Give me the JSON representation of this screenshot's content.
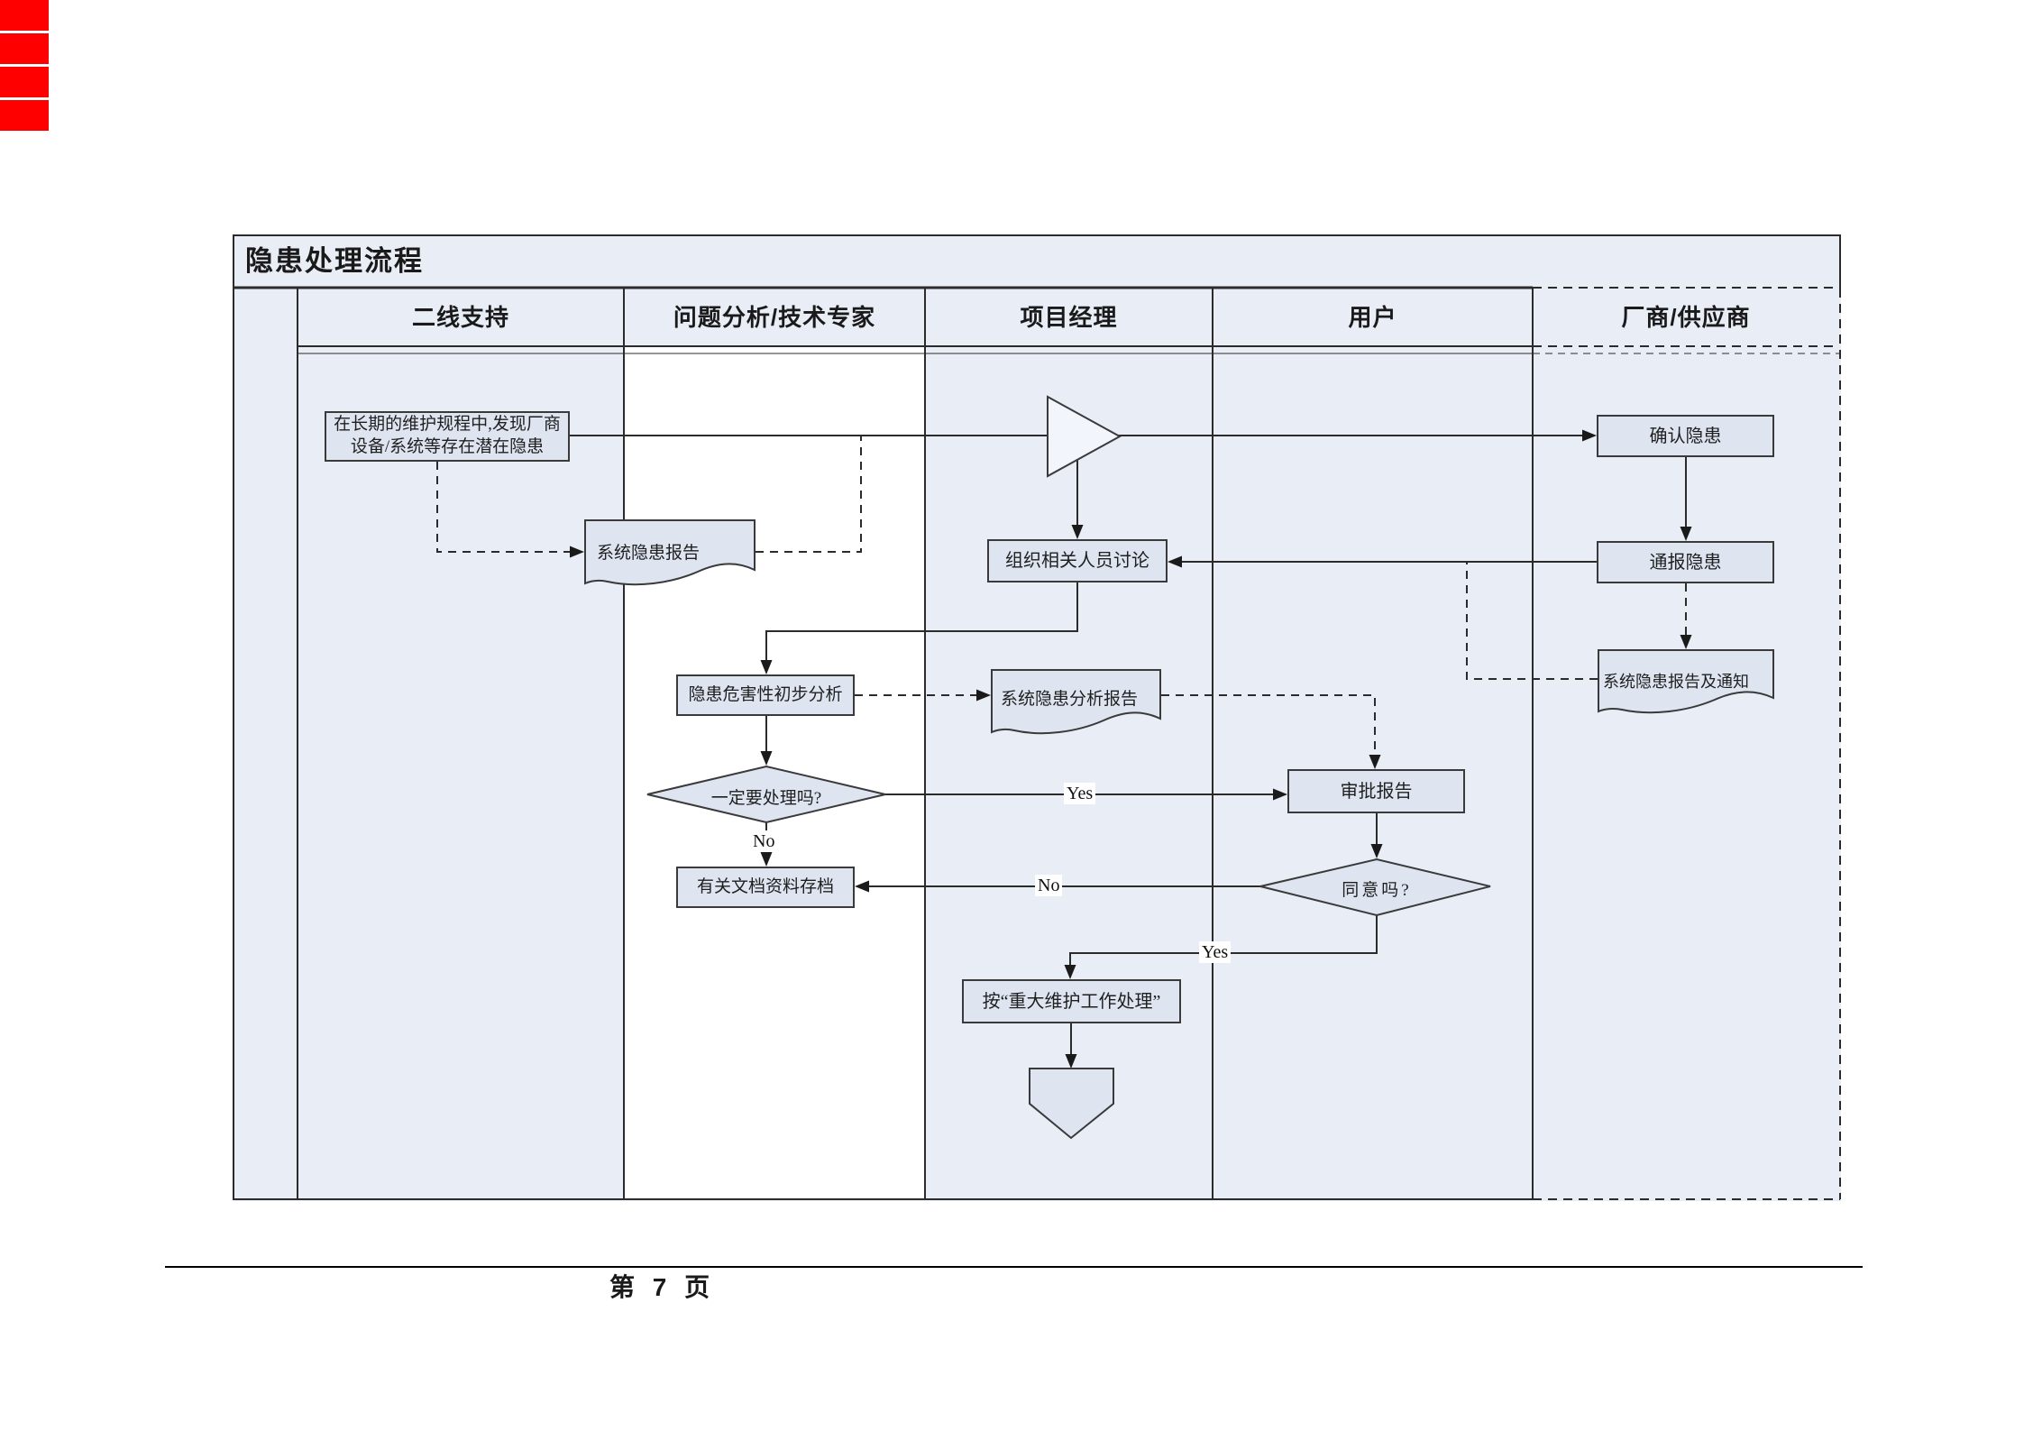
{
  "title": "隐患处理流程",
  "footer": {
    "page_label": "第 7 页"
  },
  "lanes": [
    {
      "label": "二线支持"
    },
    {
      "label": "问题分析/技术专家"
    },
    {
      "label": "项目经理"
    },
    {
      "label": "用户"
    },
    {
      "label": "厂商/供应商"
    }
  ],
  "nodes": {
    "discover": "在长期的维护规程中,发现厂商设备/系统等存在潜在隐患",
    "hazard_report_doc": "系统隐患报告",
    "organize_discussion": "组织相关人员讨论",
    "confirm_hazard": "确认隐患",
    "notify_hazard": "通报隐患",
    "hazard_report_notice_doc": "系统隐患报告及通知",
    "preliminary_analysis": "隐患危害性初步分析",
    "analysis_report_doc": "系统隐患分析报告",
    "must_handle_q": "一定要处理吗?",
    "archive_docs": "有关文档资料存档",
    "approve_report": "审批报告",
    "agree_q": "同意吗?",
    "major_maintenance": "按“重大维护工作处理”"
  },
  "edge_labels": {
    "must_handle_yes": "Yes",
    "must_handle_no": "No",
    "agree_no": "No",
    "agree_yes": "Yes"
  },
  "colors": {
    "lane_bg": "#e8edf6",
    "shape_fill": "#dee5f1",
    "line": "#2b2b2b",
    "accent_red": "#ff0000"
  }
}
